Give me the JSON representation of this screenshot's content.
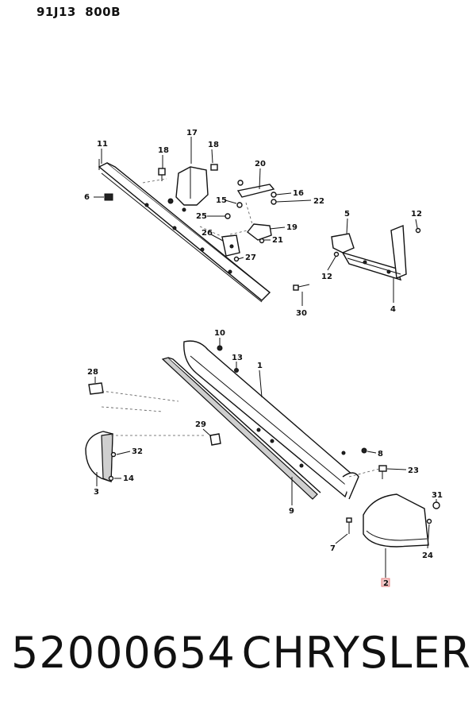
{
  "header": {
    "code": "91J13  800B"
  },
  "footer": {
    "part_number": "52000654",
    "brand": "CHRYSLER"
  },
  "callouts": [
    "11",
    "18",
    "17",
    "18",
    "20",
    "6",
    "15",
    "16",
    "22",
    "25",
    "5",
    "12",
    "26",
    "19",
    "21",
    "27",
    "12",
    "30",
    "4",
    "10",
    "13",
    "1",
    "28",
    "29",
    "32",
    "14",
    "3",
    "8",
    "23",
    "9",
    "31",
    "7",
    "24",
    "2"
  ],
  "colors": {
    "line": "#111111",
    "marker": "#e06666"
  }
}
